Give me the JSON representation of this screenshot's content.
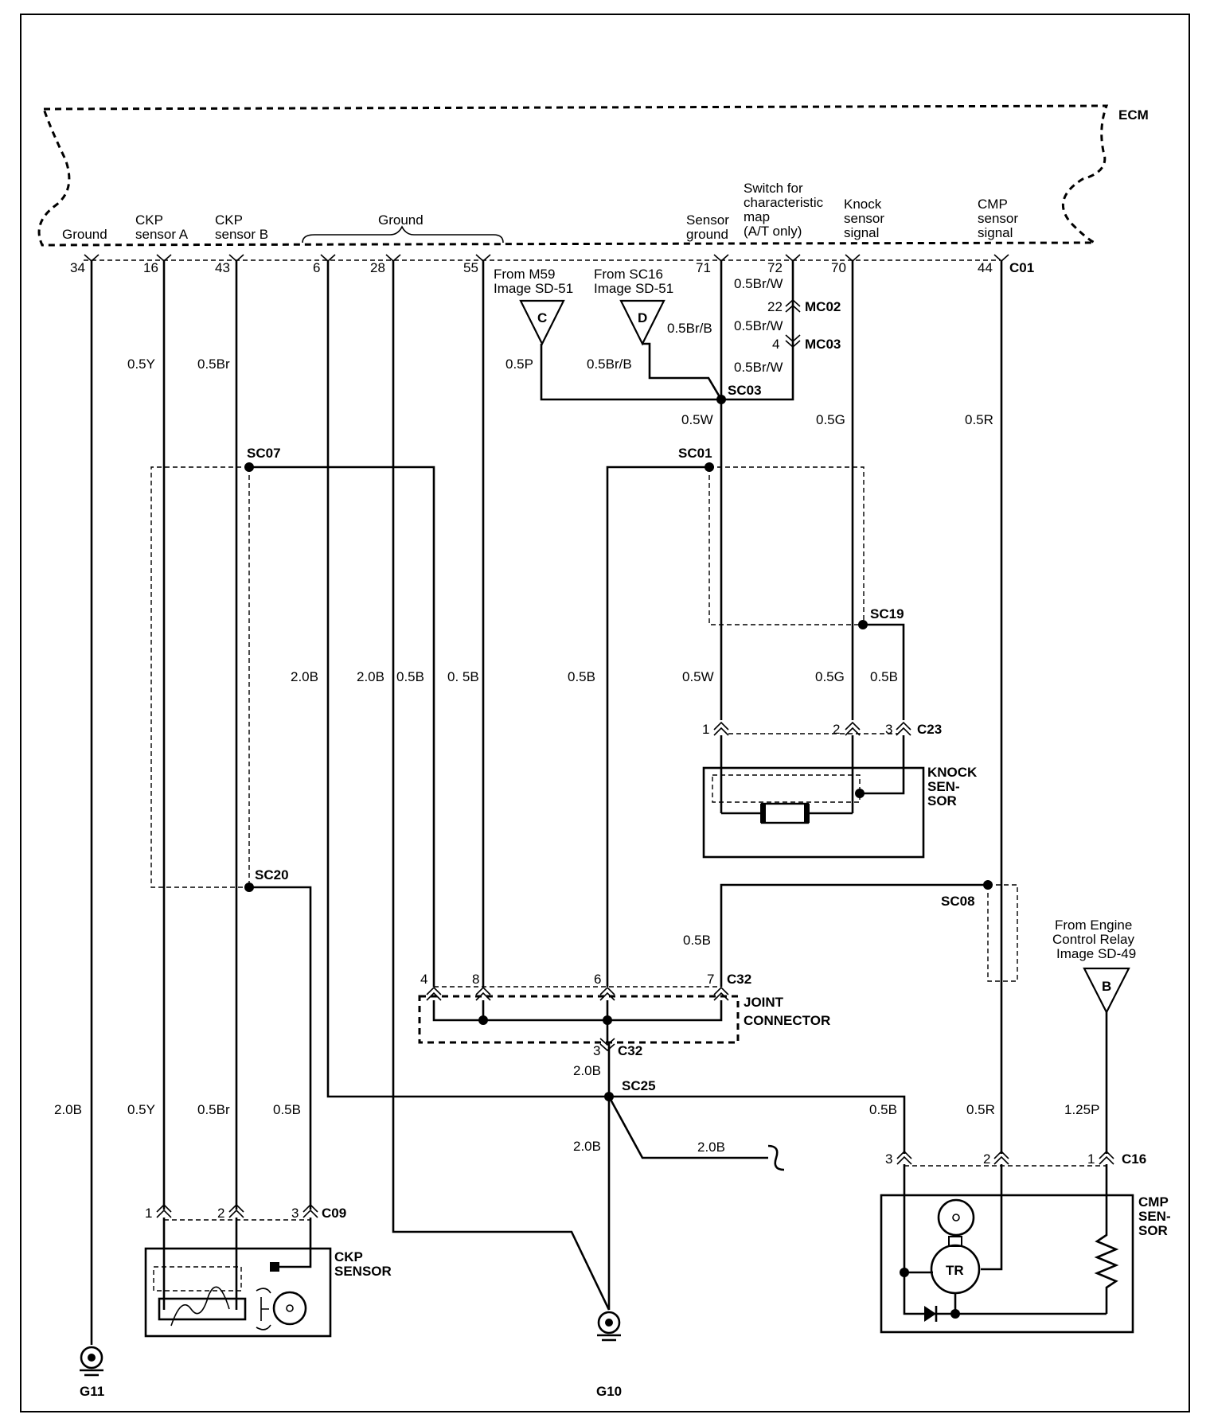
{
  "ecm": {
    "title": "ECM",
    "pins": [
      {
        "num": "34",
        "label": [
          "Ground"
        ]
      },
      {
        "num": "16",
        "label": [
          "CKP",
          "sensor A"
        ]
      },
      {
        "num": "43",
        "label": [
          "CKP",
          "sensor B"
        ]
      },
      {
        "num": "6",
        "label": []
      },
      {
        "num": "28",
        "label": []
      },
      {
        "num": "55",
        "label": []
      },
      {
        "num": "71",
        "label": [
          "Sensor",
          "ground"
        ]
      },
      {
        "num": "72",
        "label": [
          "Switch for",
          "characteristic",
          "map",
          "(A/T only)"
        ]
      },
      {
        "num": "70",
        "label": [
          "Knock",
          "sensor",
          "signal"
        ]
      },
      {
        "num": "44",
        "label": [
          "CMP",
          "sensor",
          "signal"
        ]
      }
    ],
    "ground_group_label": "Ground",
    "connector": "C01"
  },
  "refs": {
    "c": {
      "letter": "C",
      "lines": [
        "From M59",
        "Image SD-51"
      ]
    },
    "d": {
      "letter": "D",
      "lines": [
        "From SC16",
        "Image SD-51"
      ]
    },
    "b": {
      "letter": "B",
      "lines": [
        "From Engine",
        "Control Relay",
        "Image SD-49"
      ]
    }
  },
  "connectors": {
    "mc02": {
      "name": "MC02",
      "pin": "22"
    },
    "mc03": {
      "name": "MC03",
      "pin": "4"
    },
    "c23": {
      "name": "C23",
      "pins": [
        "1",
        "2",
        "3"
      ]
    },
    "c32_top": {
      "name": "C32",
      "pins": [
        "4",
        "8",
        "6",
        "7"
      ]
    },
    "c32_bottom": {
      "name": "C32",
      "pin": "3"
    },
    "c09": {
      "name": "C09",
      "pins": [
        "1",
        "2",
        "3"
      ]
    },
    "c16": {
      "name": "C16",
      "pins": [
        "3",
        "2",
        "1"
      ]
    }
  },
  "splices": [
    "SC03",
    "SC07",
    "SC01",
    "SC19",
    "SC20",
    "SC08",
    "SC25"
  ],
  "wires": {
    "p16_top": "0.5Y",
    "p43_top": "0.5Br",
    "ref_c": "0.5P",
    "ref_d1": "0.5Br/B",
    "ref_d2": "0.5Br/B",
    "p72_a": "0.5Br/W",
    "p72_b": "0.5Br/W",
    "p72_c": "0.5Br/W",
    "sc03_down": "0.5W",
    "p70_top": "0.5G",
    "p44_top": "0.5R",
    "p6": "2.0B",
    "p28": "2.0B",
    "c32_4": "0.5B",
    "c32_8": "0. 5B",
    "c32_6": "0.5B",
    "knock_1": "0.5W",
    "knock_2": "0.5G",
    "knock_3": "0.5B",
    "sc08_down": "0.5B",
    "c32_3": "2.0B",
    "g11": "2.0B",
    "ckp_1": "0.5Y",
    "ckp_2": "0.5Br",
    "ckp_3": "0.5B",
    "g10": "2.0B",
    "branch": "2.0B",
    "cmp_3": "0.5B",
    "cmp_2": "0.5R",
    "cmp_1": "1.25P"
  },
  "components": {
    "knock": [
      "KNOCK",
      "SEN-",
      "SOR"
    ],
    "joint": [
      "JOINT",
      "CONNECTOR"
    ],
    "ckp": [
      "CKP",
      "SENSOR"
    ],
    "cmp": [
      "CMP",
      "SEN-",
      "SOR"
    ],
    "tr": "TR"
  },
  "grounds": {
    "g11": "G11",
    "g10": "G10"
  }
}
